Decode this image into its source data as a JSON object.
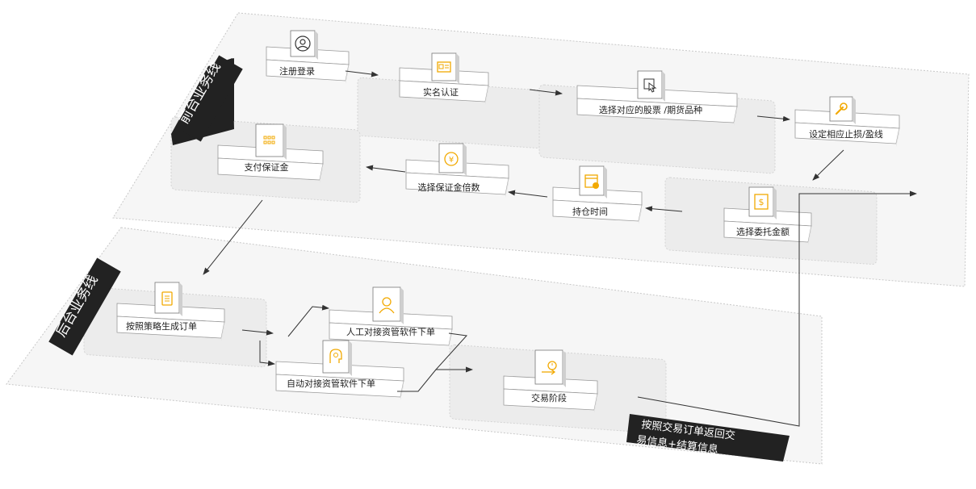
{
  "colors": {
    "accent": "#f2a900",
    "badge_bg": "#222222",
    "plane_fill": "#f5f5f5",
    "plane_border": "#cccccc",
    "arrow": "#333333"
  },
  "front_line": {
    "title": "前台业务线",
    "nodes": [
      {
        "id": "register",
        "label": "注册登录",
        "icon": "user-circle-icon"
      },
      {
        "id": "realname",
        "label": "实名认证",
        "icon": "id-card-icon"
      },
      {
        "id": "select-product",
        "label": "选择对应的股票 /期货品种",
        "icon": "cursor-icon"
      },
      {
        "id": "stoploss",
        "label": "设定相应止损/盈线",
        "icon": "wrench-icon"
      },
      {
        "id": "amount",
        "label": "选择委托金额",
        "icon": "dollar-icon"
      },
      {
        "id": "hold",
        "label": "持仓时间",
        "icon": "calendar-icon"
      },
      {
        "id": "multiple",
        "label": "选择保证金倍数",
        "icon": "coin-icon"
      },
      {
        "id": "pay",
        "label": "支付保证金",
        "icon": "grid-icon"
      }
    ]
  },
  "back_line": {
    "title": "后台业务线",
    "nodes": [
      {
        "id": "order",
        "label": "按照策略生成订单",
        "icon": "clipboard-icon"
      },
      {
        "id": "manual",
        "label": "人工对接资管软件下单",
        "icon": "person-icon"
      },
      {
        "id": "auto",
        "label": "自动对接资管软件下单",
        "icon": "robot-head-icon"
      },
      {
        "id": "trade",
        "label": "交易阶段",
        "icon": "clock-arrow-icon"
      }
    ]
  },
  "return_note": {
    "line1": "按照交易订单返回交",
    "line2": "易信息+结算信息"
  }
}
